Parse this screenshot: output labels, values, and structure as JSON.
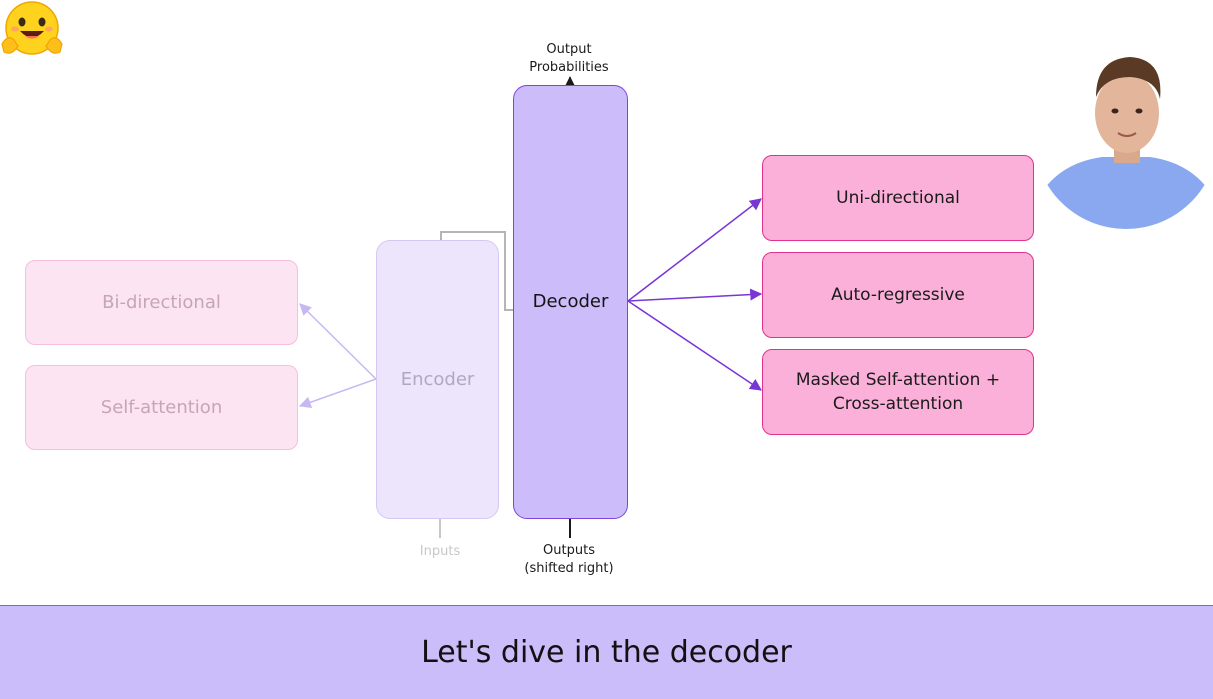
{
  "diagram": {
    "encoder": {
      "label": "Encoder"
    },
    "decoder": {
      "label": "Decoder"
    },
    "output_label": "Output\nProbabilities",
    "outputs_label": "Outputs\n(shifted right)",
    "inputs_label": "Inputs",
    "encoder_properties": [
      {
        "label": "Bi-directional"
      },
      {
        "label": "Self-attention"
      }
    ],
    "decoder_properties": [
      {
        "label": "Uni-directional"
      },
      {
        "label": "Auto-regressive"
      },
      {
        "label": "Masked Self-attention +\nCross-attention"
      }
    ]
  },
  "caption": "Let's dive in the decoder",
  "logo": {
    "icon": "hugging-face-emoji-icon"
  },
  "presenter": {
    "icon": "presenter-webcam"
  },
  "colors": {
    "decoder_fill": "#ccbcfa",
    "decoder_border": "#7d45d8",
    "property_fill": "#fbb0d9",
    "property_border": "#e0328e",
    "arrow_purple": "#7a35d6",
    "caption_bar": "#cbbcfa"
  }
}
